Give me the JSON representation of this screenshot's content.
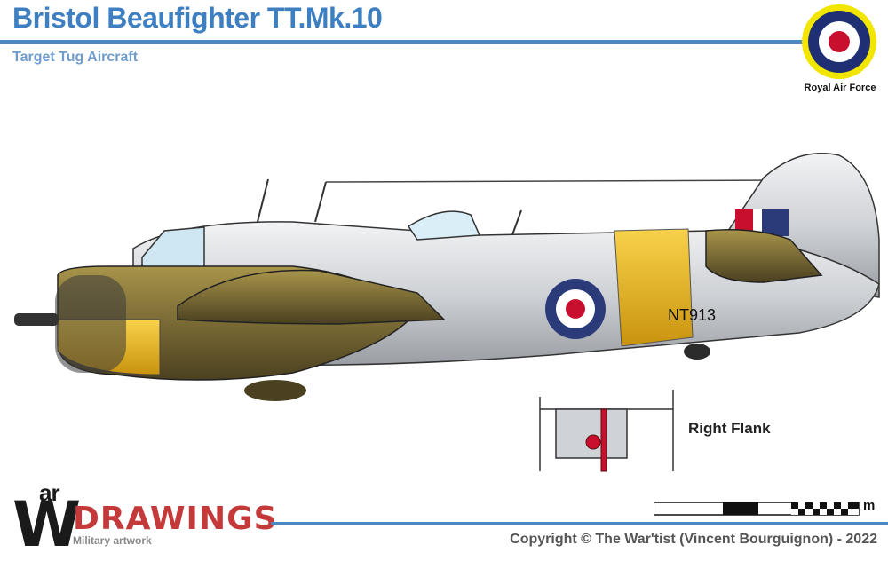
{
  "header": {
    "title": "Bristol Beaufighter TT.Mk.10",
    "subtitle": "Target Tug Aircraft"
  },
  "roundel": {
    "label": "Royal Air Force",
    "colors": {
      "ring": "#f2e600",
      "outer": "#1f2f73",
      "middle": "#ffffff",
      "center": "#c8102e"
    }
  },
  "aircraft": {
    "serial": "NT913",
    "colors": {
      "metal": "#d6d8dc",
      "yellow": "#f2c21e",
      "olive": "#8a7a3a",
      "roundel_blue": "#2b3b7a",
      "roundel_red": "#c8102e"
    }
  },
  "detail": {
    "label": "Right Flank"
  },
  "logo": {
    "ar": "ar",
    "w": "W",
    "name": "DRAWINGS",
    "tagline": "Military artwork"
  },
  "scale": {
    "unit": "m"
  },
  "footer": {
    "copyright": "Copyright © The War'tist (Vincent Bourguignon) - 2022"
  }
}
